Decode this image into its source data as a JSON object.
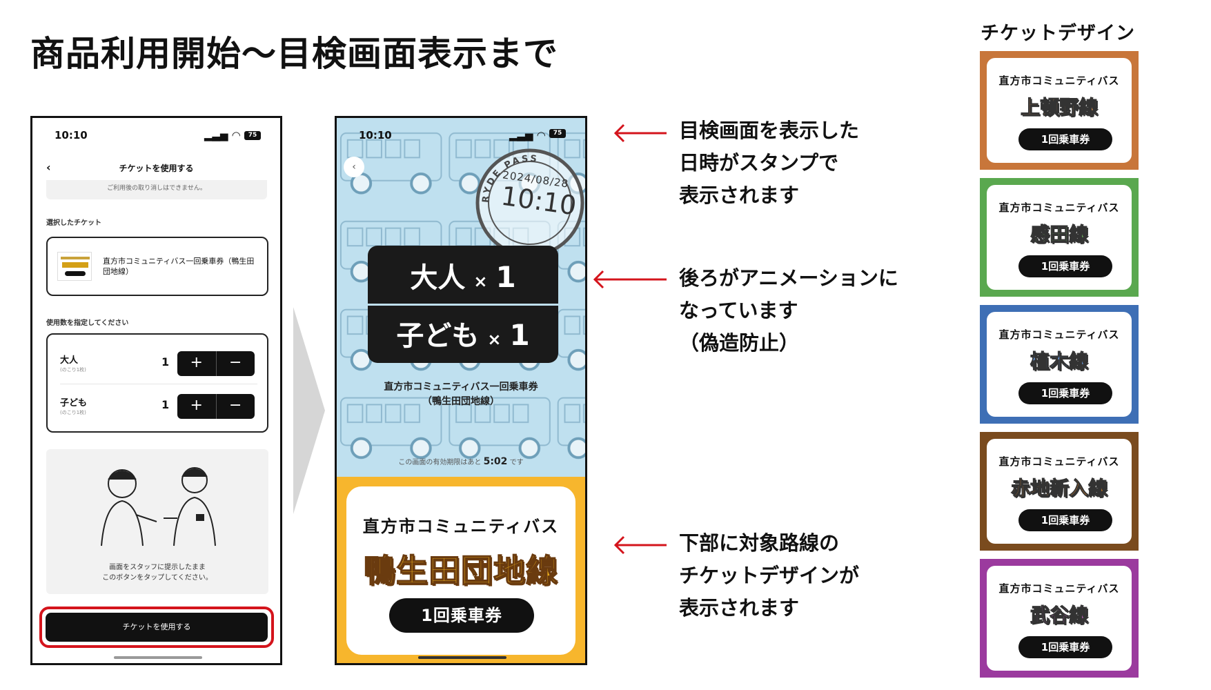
{
  "title": "商品利用開始〜目検画面表示まで",
  "phone1": {
    "time": "10:10",
    "battery": "75",
    "nav_title": "チケットを使用する",
    "notice": "ご利用後の取り消しはできません。",
    "selected_label": "選択したチケット",
    "ticket_name": "直方市コミュニティバス一回乗車券（鴨生田団地線）",
    "count_label": "使用数を指定してください",
    "rows": [
      {
        "label": "大人",
        "sub": "(のこり1枚)",
        "count": "1"
      },
      {
        "label": "子ども",
        "sub": "(のこり1枚)",
        "count": "1"
      }
    ],
    "plus": "+",
    "minus": "−",
    "illus_caption_1": "画面をスタッフに提示したまま",
    "illus_caption_2": "このボタンをタップしてください。",
    "use_button": "チケットを使用する"
  },
  "phone2": {
    "time": "10:10",
    "battery": "75",
    "stamp_text": "RYDE PASS",
    "stamp_date": "2024/08/28",
    "stamp_time": "10:10",
    "adult_label": "大人",
    "child_label": "子ども",
    "times": "×",
    "adult_count": "1",
    "child_count": "1",
    "ticket_name_1": "直方市コミュニティバス一回乗車券",
    "ticket_name_2": "（鴨生田団地線）",
    "expire_prefix": "この画面の有効期限はあと",
    "expire_time": "5:02",
    "expire_suffix": "です",
    "org": "直方市コミュニティバス",
    "line": "鴨生田団地線",
    "pill": "1回乗車券"
  },
  "annotations": [
    {
      "l1": "目検画面を表示した",
      "l2": "日時がスタンプで",
      "l3": "表示されます"
    },
    {
      "l1": "後ろがアニメーションに",
      "l2": "なっています",
      "l3": "（偽造防止）"
    },
    {
      "l1": "下部に対象路線の",
      "l2": "チケットデザインが",
      "l3": "表示されます"
    }
  ],
  "designs_title": "チケットデザイン",
  "designs": [
    {
      "org": "直方市コミュニティバス",
      "line": "上頓野線",
      "pill": "1回乗車券",
      "frame": "#c8763a",
      "text": "#f3a35a"
    },
    {
      "org": "直方市コミュニティバス",
      "line": "感田線",
      "pill": "1回乗車券",
      "frame": "#5aa84f",
      "text": "#7bd06a"
    },
    {
      "org": "直方市コミュニティバス",
      "line": "植木線",
      "pill": "1回乗車券",
      "frame": "#3e6fb5",
      "text": "#6fa6ee"
    },
    {
      "org": "直方市コミュニティバス",
      "line": "赤地新入線",
      "pill": "1回乗車券",
      "frame": "#7a4b1e",
      "text": "#e0862a"
    },
    {
      "org": "直方市コミュニティバス",
      "line": "武谷線",
      "pill": "1回乗車券",
      "frame": "#9b3a9e",
      "text": "#d96fd8"
    }
  ],
  "colors": {
    "accent_red": "#d4141c",
    "yellow": "#f7b62d",
    "pattern_bg": "#bfe0ef"
  }
}
